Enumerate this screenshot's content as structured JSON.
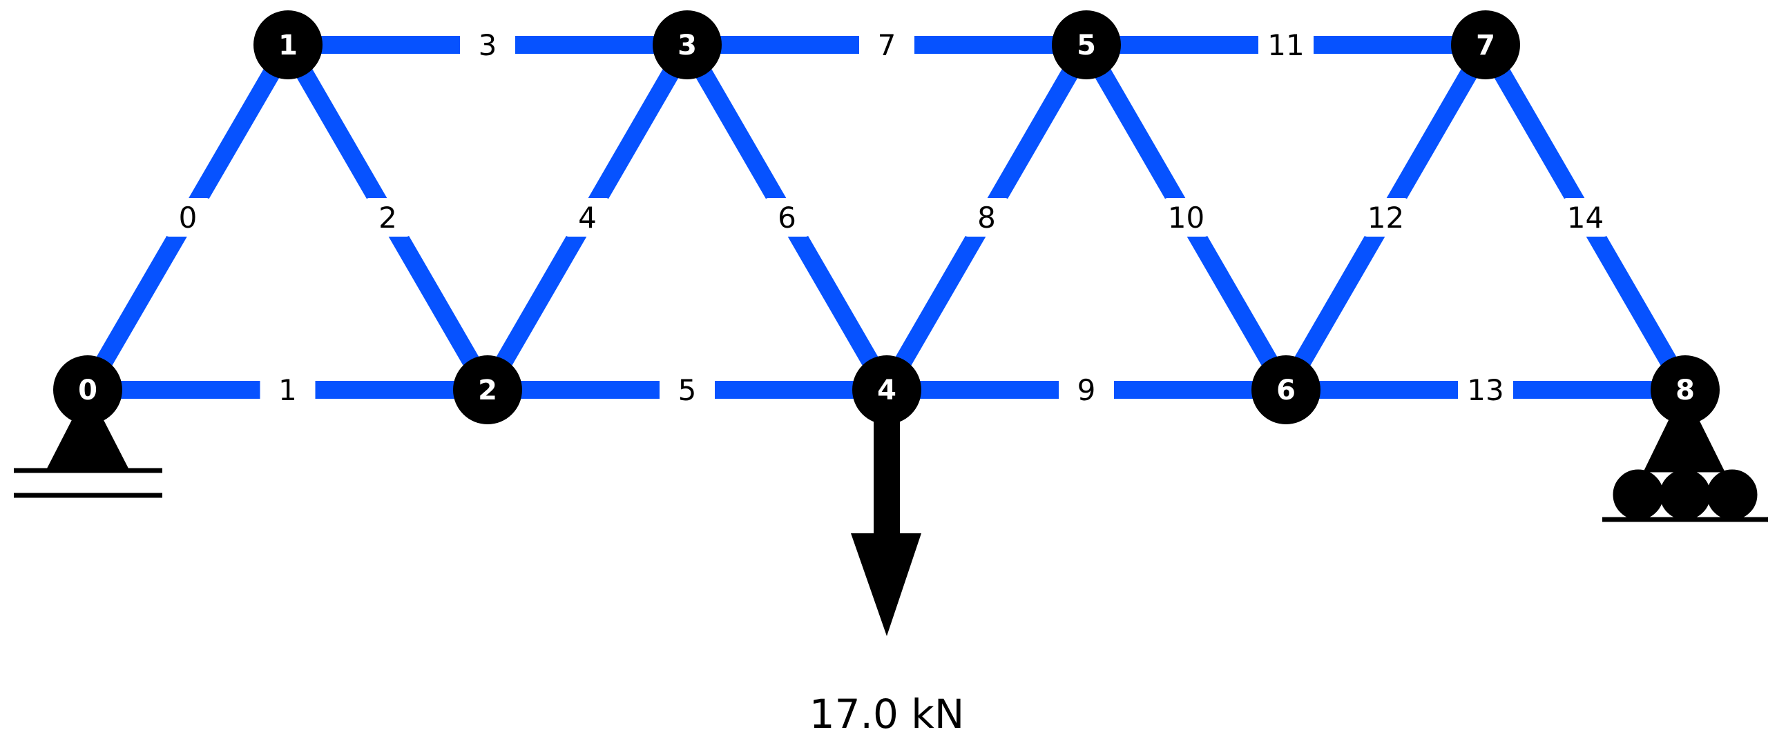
{
  "colors": {
    "member": "#0652ff",
    "node": "#000000",
    "node_label": "#ffffff",
    "background": "#ffffff"
  },
  "nodes": [
    {
      "id": "node-0",
      "label": "0"
    },
    {
      "id": "node-1",
      "label": "1"
    },
    {
      "id": "node-2",
      "label": "2"
    },
    {
      "id": "node-3",
      "label": "3"
    },
    {
      "id": "node-4",
      "label": "4"
    },
    {
      "id": "node-5",
      "label": "5"
    },
    {
      "id": "node-6",
      "label": "6"
    },
    {
      "id": "node-7",
      "label": "7"
    },
    {
      "id": "node-8",
      "label": "8"
    }
  ],
  "members": [
    {
      "label": "0",
      "from": 0,
      "to": 1
    },
    {
      "label": "1",
      "from": 0,
      "to": 2
    },
    {
      "label": "2",
      "from": 1,
      "to": 2
    },
    {
      "label": "3",
      "from": 1,
      "to": 3
    },
    {
      "label": "4",
      "from": 2,
      "to": 3
    },
    {
      "label": "5",
      "from": 2,
      "to": 4
    },
    {
      "label": "6",
      "from": 3,
      "to": 4
    },
    {
      "label": "7",
      "from": 3,
      "to": 5
    },
    {
      "label": "8",
      "from": 4,
      "to": 5
    },
    {
      "label": "9",
      "from": 4,
      "to": 6
    },
    {
      "label": "10",
      "from": 5,
      "to": 6
    },
    {
      "label": "11",
      "from": 5,
      "to": 7
    },
    {
      "label": "12",
      "from": 6,
      "to": 7
    },
    {
      "label": "13",
      "from": 6,
      "to": 8
    },
    {
      "label": "14",
      "from": 7,
      "to": 8
    }
  ],
  "supports": [
    {
      "type": "pin",
      "node": 0
    },
    {
      "type": "roller",
      "node": 8
    }
  ],
  "load": {
    "node": 4,
    "direction": "down",
    "label": "17.0 kN"
  }
}
